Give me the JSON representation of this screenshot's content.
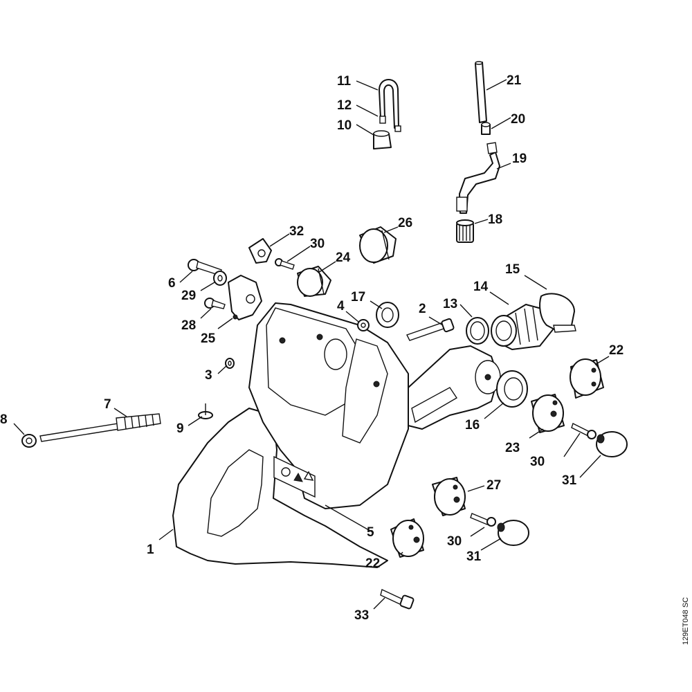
{
  "diagram": {
    "reference_code": "129ET048 SC",
    "callouts": {
      "c1": "1",
      "c2": "2",
      "c3": "3",
      "c4": "4",
      "c5": "5",
      "c6": "6",
      "c7": "7",
      "c8": "8",
      "c9": "9",
      "c10": "10",
      "c11": "11",
      "c12": "12",
      "c13": "13",
      "c14": "14",
      "c15": "15",
      "c16": "16",
      "c17": "17",
      "c18": "18",
      "c19": "19",
      "c20": "20",
      "c21": "21",
      "c22a": "22",
      "c22b": "22",
      "c23": "23",
      "c24": "24",
      "c25": "25",
      "c26": "26",
      "c27": "27",
      "c28": "28",
      "c29": "29",
      "c30a": "30",
      "c30b": "30",
      "c30c": "30",
      "c31a": "31",
      "c31b": "31",
      "c32": "32",
      "c33": "33"
    }
  }
}
